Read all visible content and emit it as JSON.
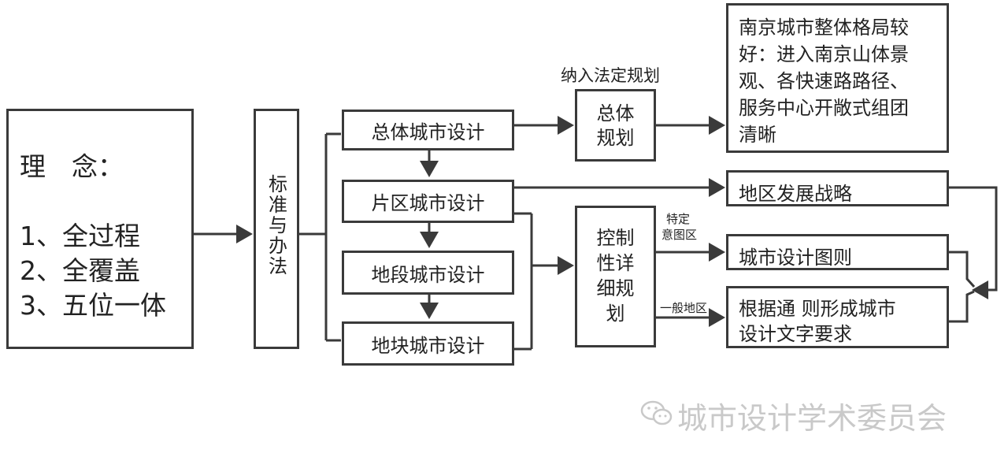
{
  "concept": {
    "title": "理　念：",
    "items": [
      "1、全过程",
      "2、全覆盖",
      "3、五位一体"
    ]
  },
  "standards": {
    "label": "标准与办法"
  },
  "design_levels": [
    "总体城市设计",
    "片区城市设计",
    "地段城市设计",
    "地块城市设计"
  ],
  "general_plan": {
    "label_top": "总体",
    "label_bottom": "规划",
    "note": "纳入法定规划"
  },
  "regulatory_plan": {
    "lines": [
      "控制",
      "性详",
      "细规",
      "划"
    ]
  },
  "outcomes": {
    "nanjing": [
      "南京城市整体格局较",
      "好：进入南京山体景",
      "观、各快速路路径、",
      "服务中心开敞式组团",
      "清晰"
    ],
    "strategy": "地区发展战略",
    "guidelines": "城市设计图则",
    "text_requirements": [
      "根据通 则形成城市",
      "设计文字要求"
    ]
  },
  "branch_labels": {
    "special_line1": "特定",
    "special_line2": "意图区",
    "general": "一般地区"
  },
  "watermark": "城市设计学术委员会",
  "colors": {
    "line": "#3a3a3a",
    "watermark": "#c9c9c9"
  }
}
